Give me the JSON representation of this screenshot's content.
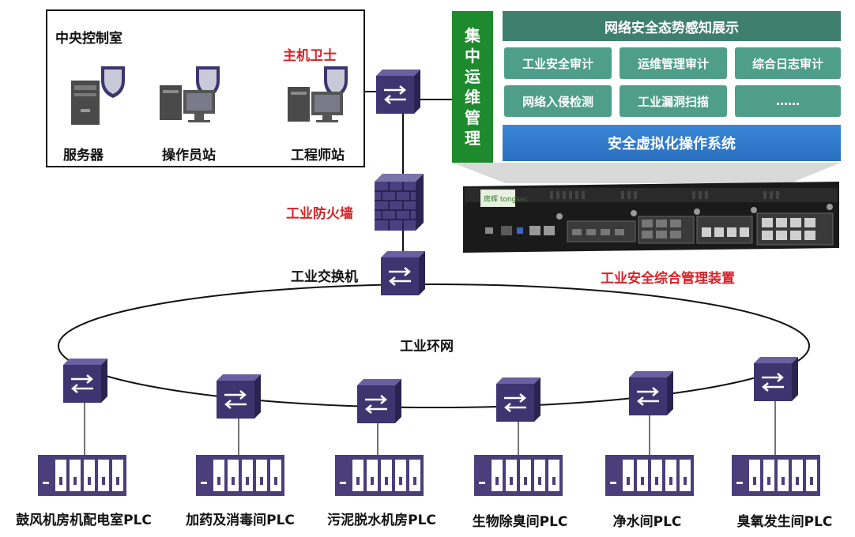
{
  "control_room": {
    "title": "中央控制室",
    "hostguard": "主机卫士",
    "server": "服务器",
    "operator": "操作员站",
    "engineer": "工程师站"
  },
  "firewall": "工业防火墙",
  "industrial_switch": "工业交换机",
  "ring_network": "工业环网",
  "management": {
    "ops_vertical": [
      "集",
      "中",
      "运",
      "维",
      "管",
      "理"
    ],
    "situation_display": "网络安全态势感知展示",
    "tiles": [
      "工业安全审计",
      "运维管理审计",
      "综合日志审计",
      "网络入侵检测",
      "工业漏洞扫描",
      "……"
    ],
    "virtual_os": "安全虚拟化操作系统",
    "device_label": "工业安全综合管理装置",
    "device_brand": "房辉 tongsec"
  },
  "plcs": [
    "鼓风机房机配电室PLC",
    "加药及消毒间PLC",
    "污泥脱水机房PLC",
    "生物除臭间PLC",
    "净水间PLC",
    "臭氧发生间PLC"
  ],
  "colors": {
    "switch_fill": "#3d3470",
    "plc_fill": "#4a3f7a",
    "green": "#1e8a2e",
    "teal": "#4e9e8a",
    "blue": "#2a6fc0",
    "red_label": "#d4242a"
  }
}
